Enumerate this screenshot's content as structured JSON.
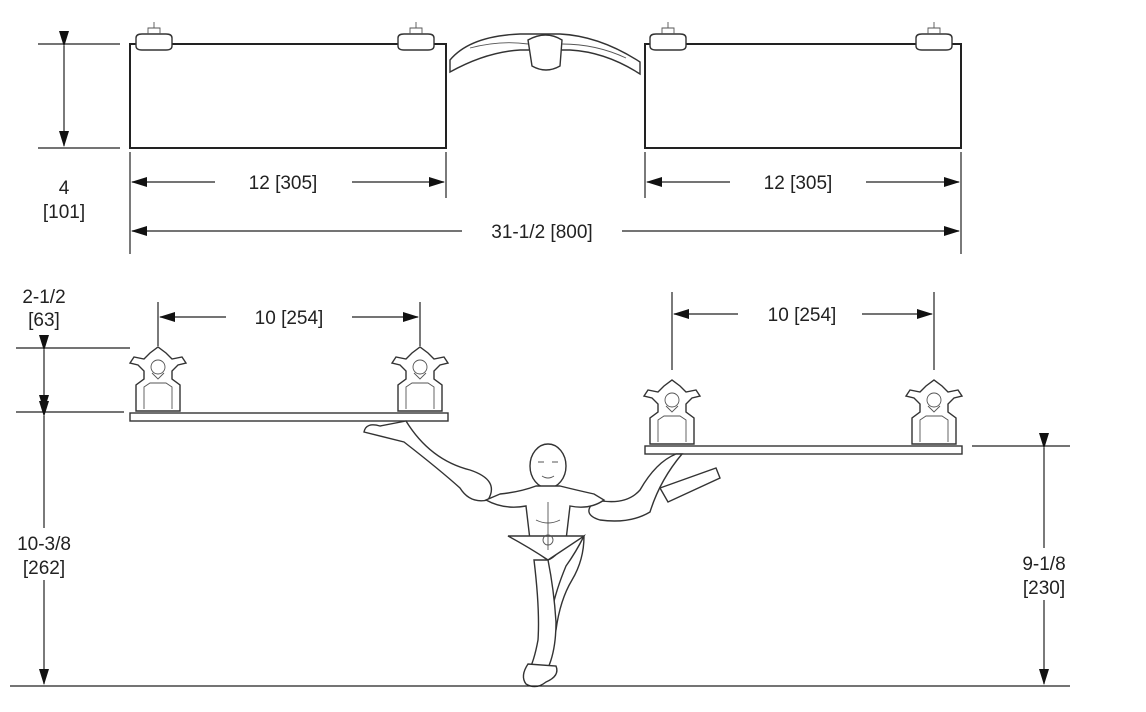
{
  "dimensions": {
    "shelf_depth": {
      "imperial": "4",
      "metric": "[101]"
    },
    "shelf_left_width": "12  [305]",
    "shelf_right_width": "12  [305]",
    "overall_width": "31-1/2  [800]",
    "bracket_height": {
      "imperial": "2-1/2",
      "metric": "[63]"
    },
    "left_bracket_spacing": "10  [254]",
    "right_bracket_spacing": "10  [254]",
    "left_shelf_height": {
      "imperial": "10-3/8",
      "metric": "[262]"
    },
    "right_shelf_height": {
      "imperial": "9-1/8",
      "metric": "[230]"
    }
  },
  "icons": [
    "finial-bracket-icon",
    "mermaid-figure-icon",
    "scroll-arm-icon",
    "dimension-arrow-icon"
  ],
  "colors": {
    "ink": "#222222",
    "background": "#ffffff"
  }
}
